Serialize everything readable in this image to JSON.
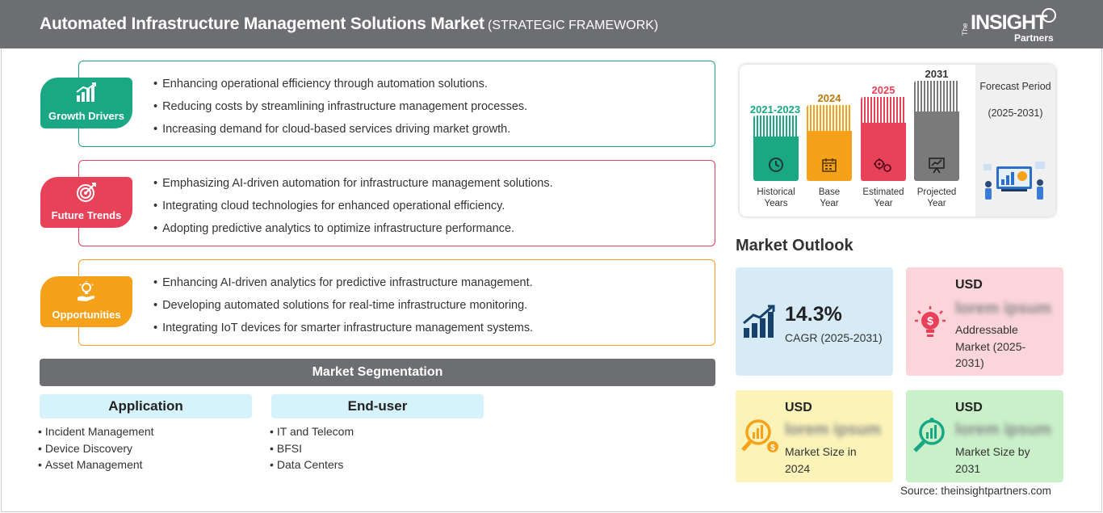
{
  "header": {
    "title": "Automated Infrastructure Management Solutions Market",
    "subtitle": "(STRATEGIC FRAMEWORK)",
    "logo_the": "The",
    "logo_insight": "INSIGHT",
    "logo_partners": "Partners"
  },
  "framework": {
    "growth": {
      "label": "Growth Drivers",
      "color": "#1aa784",
      "points": [
        "Enhancing operational efficiency through automation solutions.",
        "Reducing costs by streamlining infrastructure management processes.",
        "Increasing demand for cloud-based services driving market growth."
      ]
    },
    "trends": {
      "label": "Future Trends",
      "color": "#e8425a",
      "points": [
        "Emphasizing AI-driven automation for infrastructure management solutions.",
        "Integrating cloud technologies for enhanced operational efficiency.",
        "Adopting predictive analytics to optimize infrastructure performance."
      ]
    },
    "opportunities": {
      "label": "Opportunities",
      "color": "#f5a11a",
      "points": [
        "Enhancing AI-driven analytics for predictive infrastructure management.",
        "Developing automated solutions for real-time infrastructure monitoring.",
        "Integrating IoT devices for smarter infrastructure management systems."
      ]
    }
  },
  "segmentation": {
    "title": "Market Segmentation",
    "application": {
      "title": "Application",
      "items": [
        "Incident Management",
        "Device Discovery",
        "Asset Management"
      ]
    },
    "end_user": {
      "title": "End-user",
      "items": [
        "IT and Telecom",
        "BFSI",
        "Data Centers"
      ]
    }
  },
  "timeline": {
    "historical": {
      "year": "2021-2023",
      "label_1": "Historical",
      "label_2": "Years",
      "color": "#1aa784"
    },
    "base": {
      "year": "2024",
      "label_1": "Base",
      "label_2": "Year",
      "color": "#f5a11a"
    },
    "estimated": {
      "year": "2025",
      "label_1": "Estimated",
      "label_2": "Year",
      "color": "#e8425a"
    },
    "projected": {
      "year": "2031",
      "label_1": "Projected",
      "label_2": "Year",
      "color": "#7a7a7a"
    },
    "forecast_title": "Forecast Period",
    "forecast_years": "(2025-2031)"
  },
  "outlook": {
    "title": "Market Outlook",
    "cagr": {
      "value": "14.3%",
      "label": "CAGR (2025-2031)",
      "bg": "#d7ebf7",
      "icon": "growth-chart-icon"
    },
    "addressable": {
      "usd": "USD",
      "value": "lorem ipsum",
      "label": "Addressable Market (2025-2031)",
      "bg": "#fbd5da",
      "icon": "lightbulb-dollar-icon"
    },
    "size_2024": {
      "usd": "USD",
      "value": "lorem ipsum",
      "label": "Market Size in 2024",
      "bg": "#fbf3b8",
      "icon": "magnifier-chart-icon"
    },
    "size_2031": {
      "usd": "USD",
      "value": "lorem ipsum",
      "label": "Market Size by 2031",
      "bg": "#c9f0c9",
      "icon": "magnifier-growth-icon"
    }
  },
  "source": "Source: theinsightpartners.com"
}
